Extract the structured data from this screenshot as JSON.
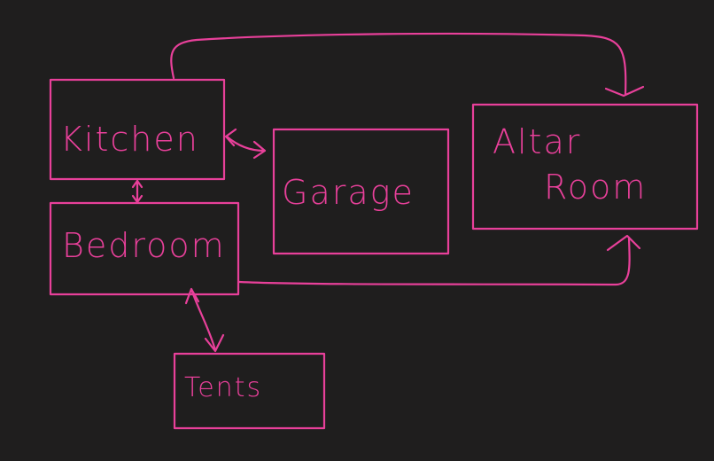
{
  "diagram": {
    "background_color": "#1f1e1e",
    "stroke_color": "#e8409a",
    "nodes": {
      "kitchen": {
        "label": "Kitchen"
      },
      "garage": {
        "label": "Garage"
      },
      "altar_room": {
        "label_line1": "Altar",
        "label_line2": "Room"
      },
      "bedroom": {
        "label": "Bedroom"
      },
      "tents": {
        "label": "Tents"
      }
    },
    "edges": [
      {
        "from": "Kitchen",
        "to": "Garage",
        "style": "bidirectional"
      },
      {
        "from": "Kitchen",
        "to": "Bedroom",
        "style": "bidirectional"
      },
      {
        "from": "Kitchen",
        "to": "Altar Room",
        "style": "directed"
      },
      {
        "from": "Bedroom",
        "to": "Altar Room",
        "style": "directed"
      },
      {
        "from": "Bedroom",
        "to": "Tents",
        "style": "bidirectional"
      }
    ]
  }
}
